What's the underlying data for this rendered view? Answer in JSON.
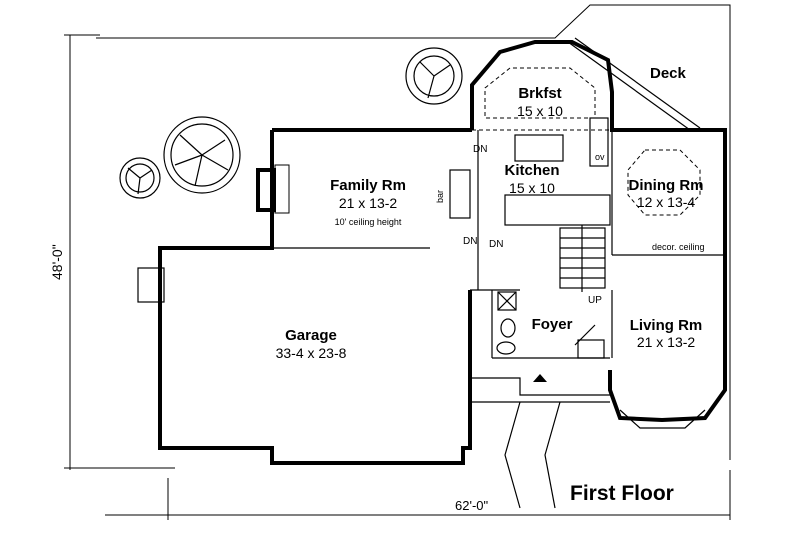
{
  "plan": {
    "title": "First Floor",
    "dim_width": "62'-0\"",
    "dim_depth": "48'-0\"",
    "rooms": {
      "deck": {
        "name": "Deck"
      },
      "brkfst": {
        "name": "Brkfst",
        "size": "15 x 10"
      },
      "family": {
        "name": "Family Rm",
        "size": "21 x 13-2",
        "note": "10' ceiling height"
      },
      "kitchen": {
        "name": "Kitchen",
        "size": "15 x 10"
      },
      "dining": {
        "name": "Dining Rm",
        "size": "12 x 13-4",
        "note": "decor. ceiling"
      },
      "garage": {
        "name": "Garage",
        "size": "33-4 x 23-8"
      },
      "foyer": {
        "name": "Foyer"
      },
      "living": {
        "name": "Living Rm",
        "size": "21 x 13-2"
      }
    },
    "symbols": {
      "bar": "bar",
      "dn1": "DN",
      "dn2": "DN",
      "dn3": "DN",
      "up": "UP",
      "ov": "ov"
    }
  }
}
